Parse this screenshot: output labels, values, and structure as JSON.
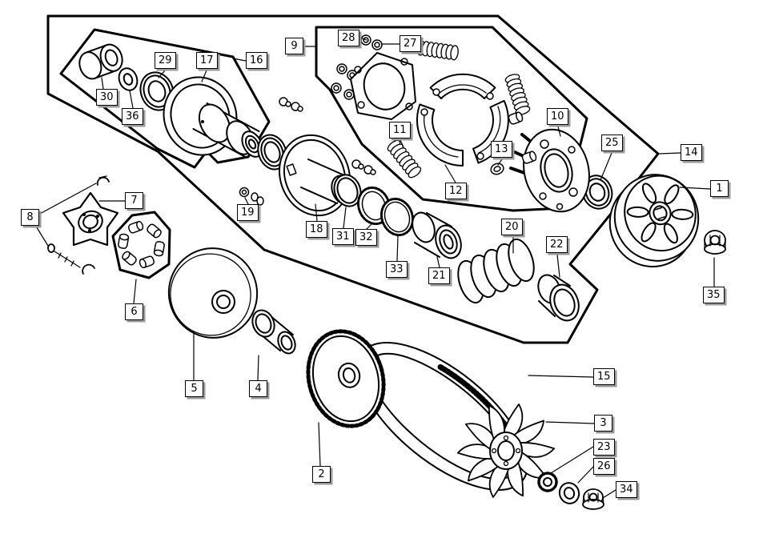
{
  "diagram": {
    "figure_type": "exploded-parts-diagram",
    "background_color": "#ffffff",
    "line_color": "#000000",
    "label_style": {
      "fill": "#ffffff",
      "border": "#000000",
      "shadow": "#9a9a9a",
      "text": "#000000"
    },
    "callouts": [
      {
        "label": "30"
      },
      {
        "label": "36"
      },
      {
        "label": "29"
      },
      {
        "label": "17"
      },
      {
        "label": "16"
      },
      {
        "label": "9"
      },
      {
        "label": "28"
      },
      {
        "label": "27"
      },
      {
        "label": "11"
      },
      {
        "label": "12"
      },
      {
        "label": "13"
      },
      {
        "label": "10"
      },
      {
        "label": "25"
      },
      {
        "label": "14"
      },
      {
        "label": "1"
      },
      {
        "label": "35"
      },
      {
        "label": "8"
      },
      {
        "label": "7"
      },
      {
        "label": "19"
      },
      {
        "label": "18"
      },
      {
        "label": "31"
      },
      {
        "label": "32"
      },
      {
        "label": "33"
      },
      {
        "label": "21"
      },
      {
        "label": "20"
      },
      {
        "label": "22"
      },
      {
        "label": "6"
      },
      {
        "label": "5"
      },
      {
        "label": "4"
      },
      {
        "label": "2"
      },
      {
        "label": "15"
      },
      {
        "label": "3"
      },
      {
        "label": "23"
      },
      {
        "label": "26"
      },
      {
        "label": "34"
      }
    ]
  }
}
